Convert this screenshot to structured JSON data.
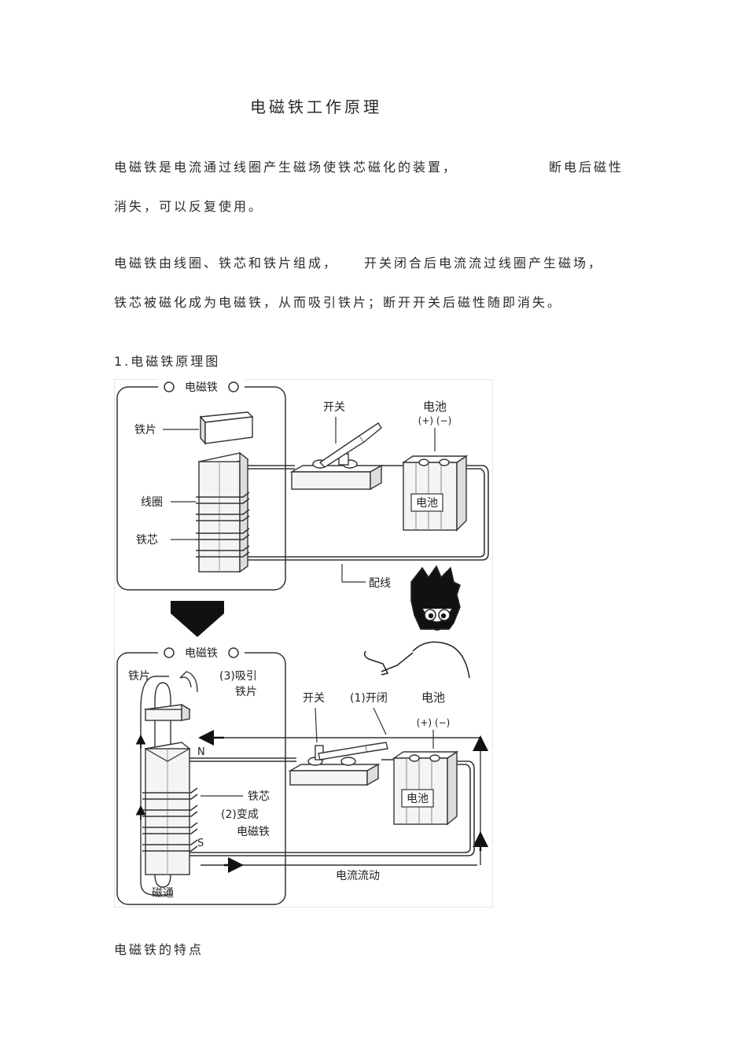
{
  "doc": {
    "title": "电磁铁工作原理",
    "p1_line1a": "电磁铁是电流通过线圈产生磁场使铁芯磁化的装置，",
    "p1_line1b": "断电后磁性",
    "p1_line2": "消失，可以反复使用。",
    "p2_line1a": "电磁铁由线圈、铁芯和铁片组成，",
    "p2_line1b": "开关闭合后电流流过线圈产生磁场，",
    "p2_line2": "铁芯被磁化成为电磁铁，从而吸引铁片；断开开关后磁性随即消失。",
    "section1": "1.电磁铁原理图",
    "section2": "电磁铁的特点"
  },
  "diagram": {
    "top": {
      "frame_title": "电磁铁",
      "label_iron_plate": "铁片",
      "label_coil": "线圈",
      "label_core": "铁芯",
      "label_switch": "开关",
      "label_battery": "电池",
      "battery_polarity": "(+) (−)",
      "battery_body": "电池",
      "label_wire": "配线"
    },
    "bottom": {
      "frame_title": "电磁铁",
      "label_iron_plate": "铁片",
      "label_attract_1": "(3)吸引",
      "label_attract_2": "铁片",
      "label_switch": "开关",
      "label_close": "(1)开闭",
      "label_battery": "电池",
      "battery_polarity": "(+) (−)",
      "battery_body": "电池",
      "label_core": "铁芯",
      "label_become_1": "(2)变成",
      "label_become_2": "电磁铁",
      "pole_n": "N",
      "pole_s": "S",
      "label_flux": "磁通",
      "label_current": "电流流动"
    }
  }
}
